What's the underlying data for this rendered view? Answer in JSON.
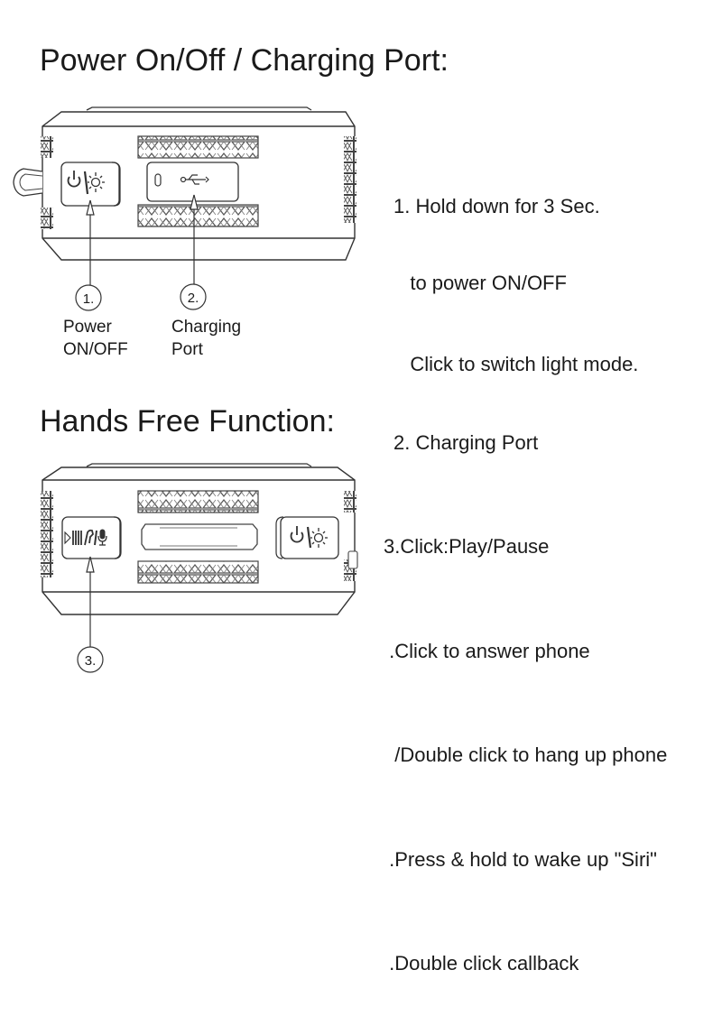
{
  "sections": [
    {
      "title": "Power On/Off / Charging Port:",
      "device": {
        "buttons": [
          {
            "icon": "power-light-icon"
          },
          {
            "icon": "usb-icon"
          }
        ]
      },
      "callouts": [
        {
          "number": "1.",
          "label_lines": [
            "Power",
            "ON/OFF"
          ]
        },
        {
          "number": "2.",
          "label_lines": [
            "Charging",
            "Port"
          ]
        }
      ],
      "instructions": [
        {
          "text": "1. Hold down for 3 Sec."
        },
        {
          "text": "   to power ON/OFF"
        },
        {
          "text": "   Click to switch light mode."
        },
        {
          "text": "2. Charging Port"
        }
      ]
    },
    {
      "title": "Hands Free Function:",
      "device": {
        "buttons": [
          {
            "icon": "play-pause-phone-mic-icon"
          },
          {
            "icon": "power-light-icon"
          }
        ]
      },
      "callouts": [
        {
          "number": "3."
        }
      ],
      "instructions": [
        {
          "text": "3.Click:Play/Pause"
        },
        {
          "text": " .Click to answer phone"
        },
        {
          "text": "  /Double click to hang up phone"
        },
        {
          "text": " .Press & hold to wake up \"Siri\""
        },
        {
          "text": " .Double click callback"
        }
      ]
    }
  ]
}
